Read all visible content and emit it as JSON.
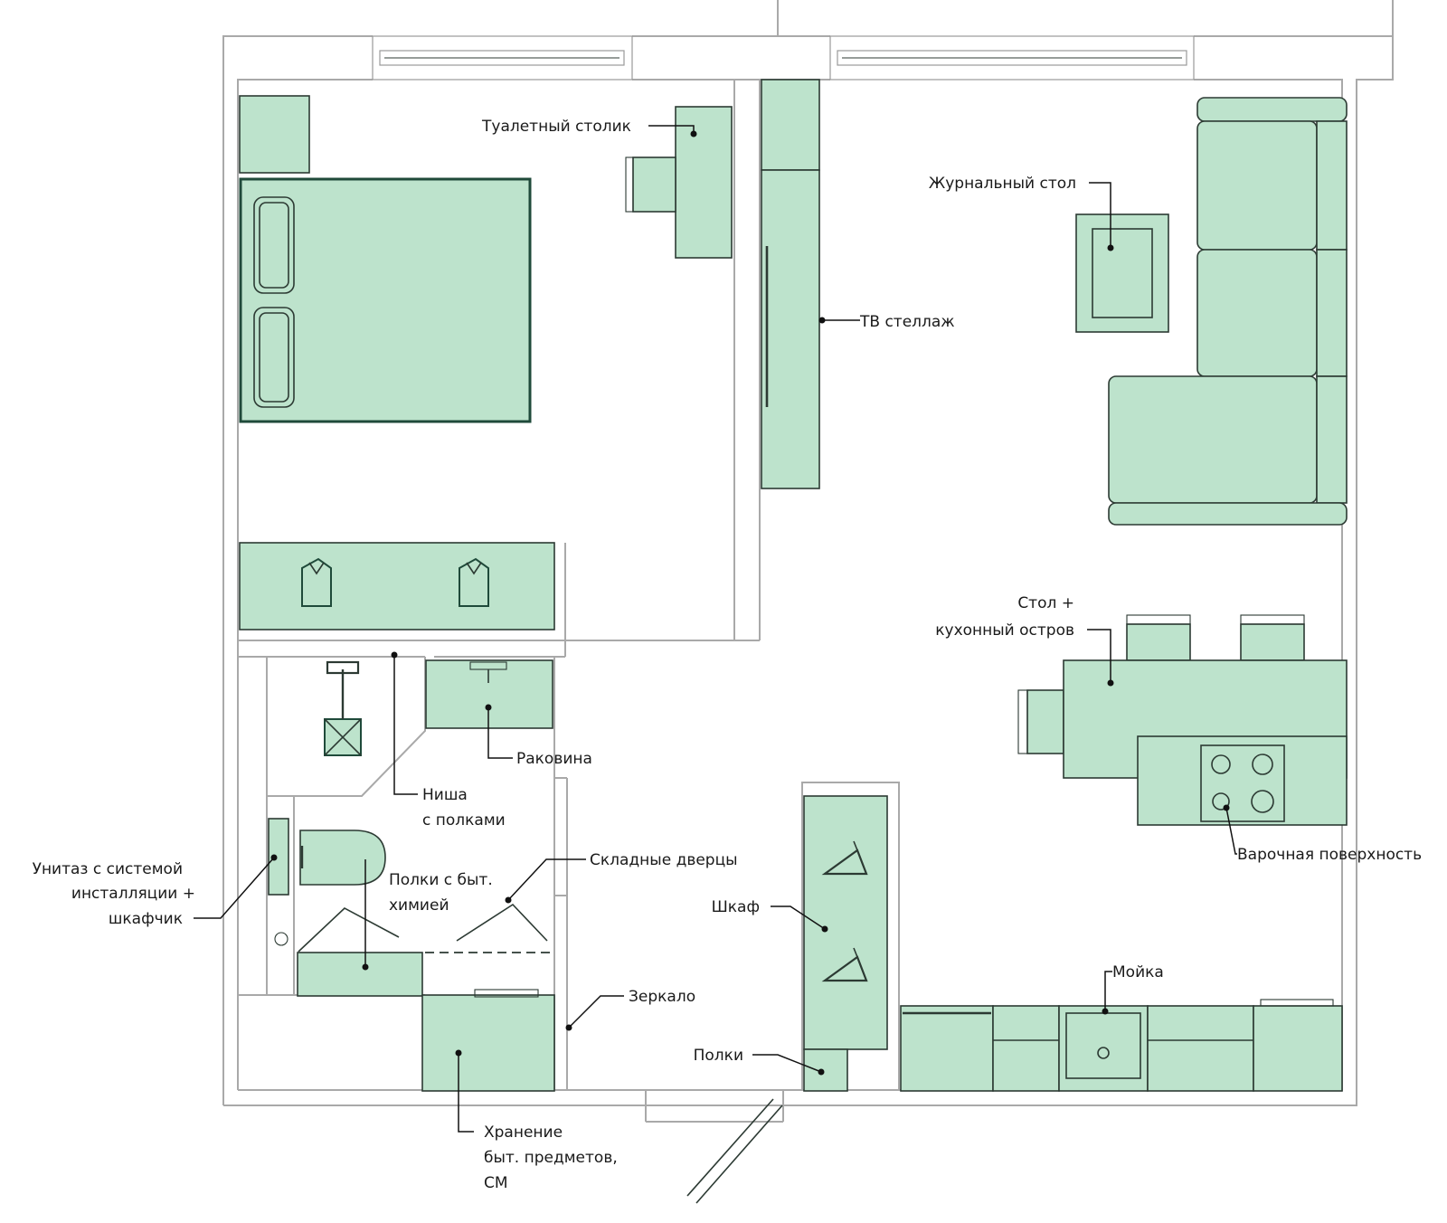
{
  "labels": {
    "dressing_table": "Туалетный столик",
    "tv_rack": "ТВ стеллаж",
    "coffee_table": "Журнальный стол",
    "table_island_line1": "Стол +",
    "table_island_line2": "кухонный остров",
    "hob": "Варочная поверхность",
    "sink_kitchen": "Мойка",
    "wardrobe": "Шкаф",
    "shelves": "Полки",
    "mirror": "Зеркало",
    "folding_doors": "Складные дверцы",
    "washbasin": "Раковина",
    "niche_line1": "Ниша",
    "niche_line2": "с полками",
    "chem_shelves_line1": "Полки с быт.",
    "chem_shelves_line2": "химией",
    "toilet_line1": "Унитаз с системой",
    "toilet_line2": "инсталляции +",
    "toilet_line3": "шкафчик",
    "storage_line1": "Хранение",
    "storage_line2": "быт. предметов,",
    "storage_line3": "СМ"
  },
  "colors": {
    "furniture_fill": "#bde3cc",
    "outline": "#2c3a33",
    "wall": "#a9a9a9"
  }
}
